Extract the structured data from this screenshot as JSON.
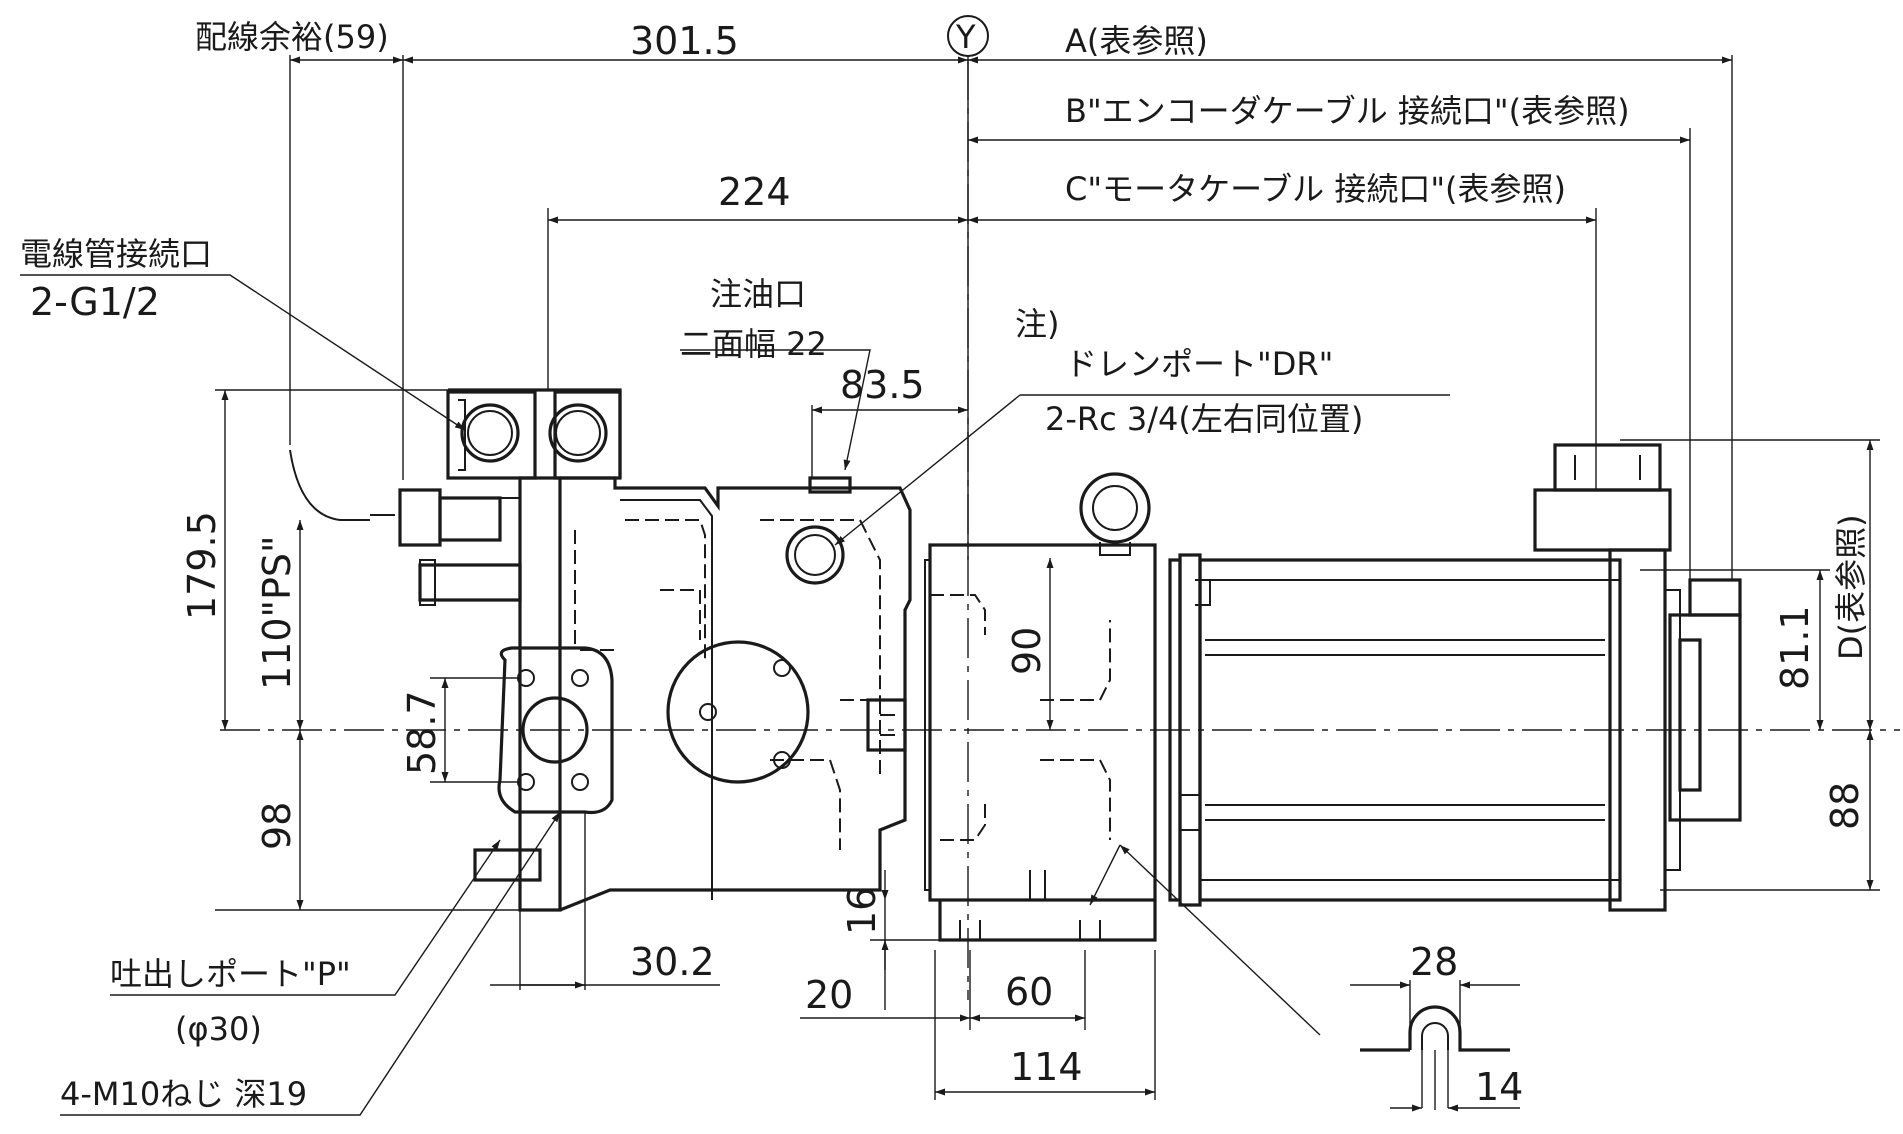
{
  "dimensions": {
    "wiring_margin": "配線余裕(59)",
    "d301": "301.5",
    "y_mark": "Y",
    "a": "A(表参照)",
    "b": "B\"エンコーダケーブル 接続口\"(表参照)",
    "c": "C\"モータケーブル 接続口\"(表参照)",
    "d224": "224",
    "d83": "83.5",
    "d179": "179.5",
    "d110": "110\"PS\"",
    "d58": "58.7",
    "d98": "98",
    "d90": "90",
    "d81": "81.1",
    "d88": "88",
    "d_ref": "D(表参照)",
    "d30": "30.2",
    "d16": "16",
    "d20": "20",
    "d60": "60",
    "d114": "114",
    "d28": "28",
    "d14": "14"
  },
  "labels": {
    "conduit_title": "電線管接続口",
    "conduit_spec": "2-G1/2",
    "oil_fill": "注油口",
    "oil_width": "二面幅 22",
    "note": "注)",
    "drain": "ドレンポート\"DR\"",
    "drain_spec": "2-Rc 3/4(左右同位置)",
    "discharge": "吐出しポート\"P\"",
    "discharge_dia": "(φ30)",
    "screw": "4-M10ねじ 深19"
  }
}
